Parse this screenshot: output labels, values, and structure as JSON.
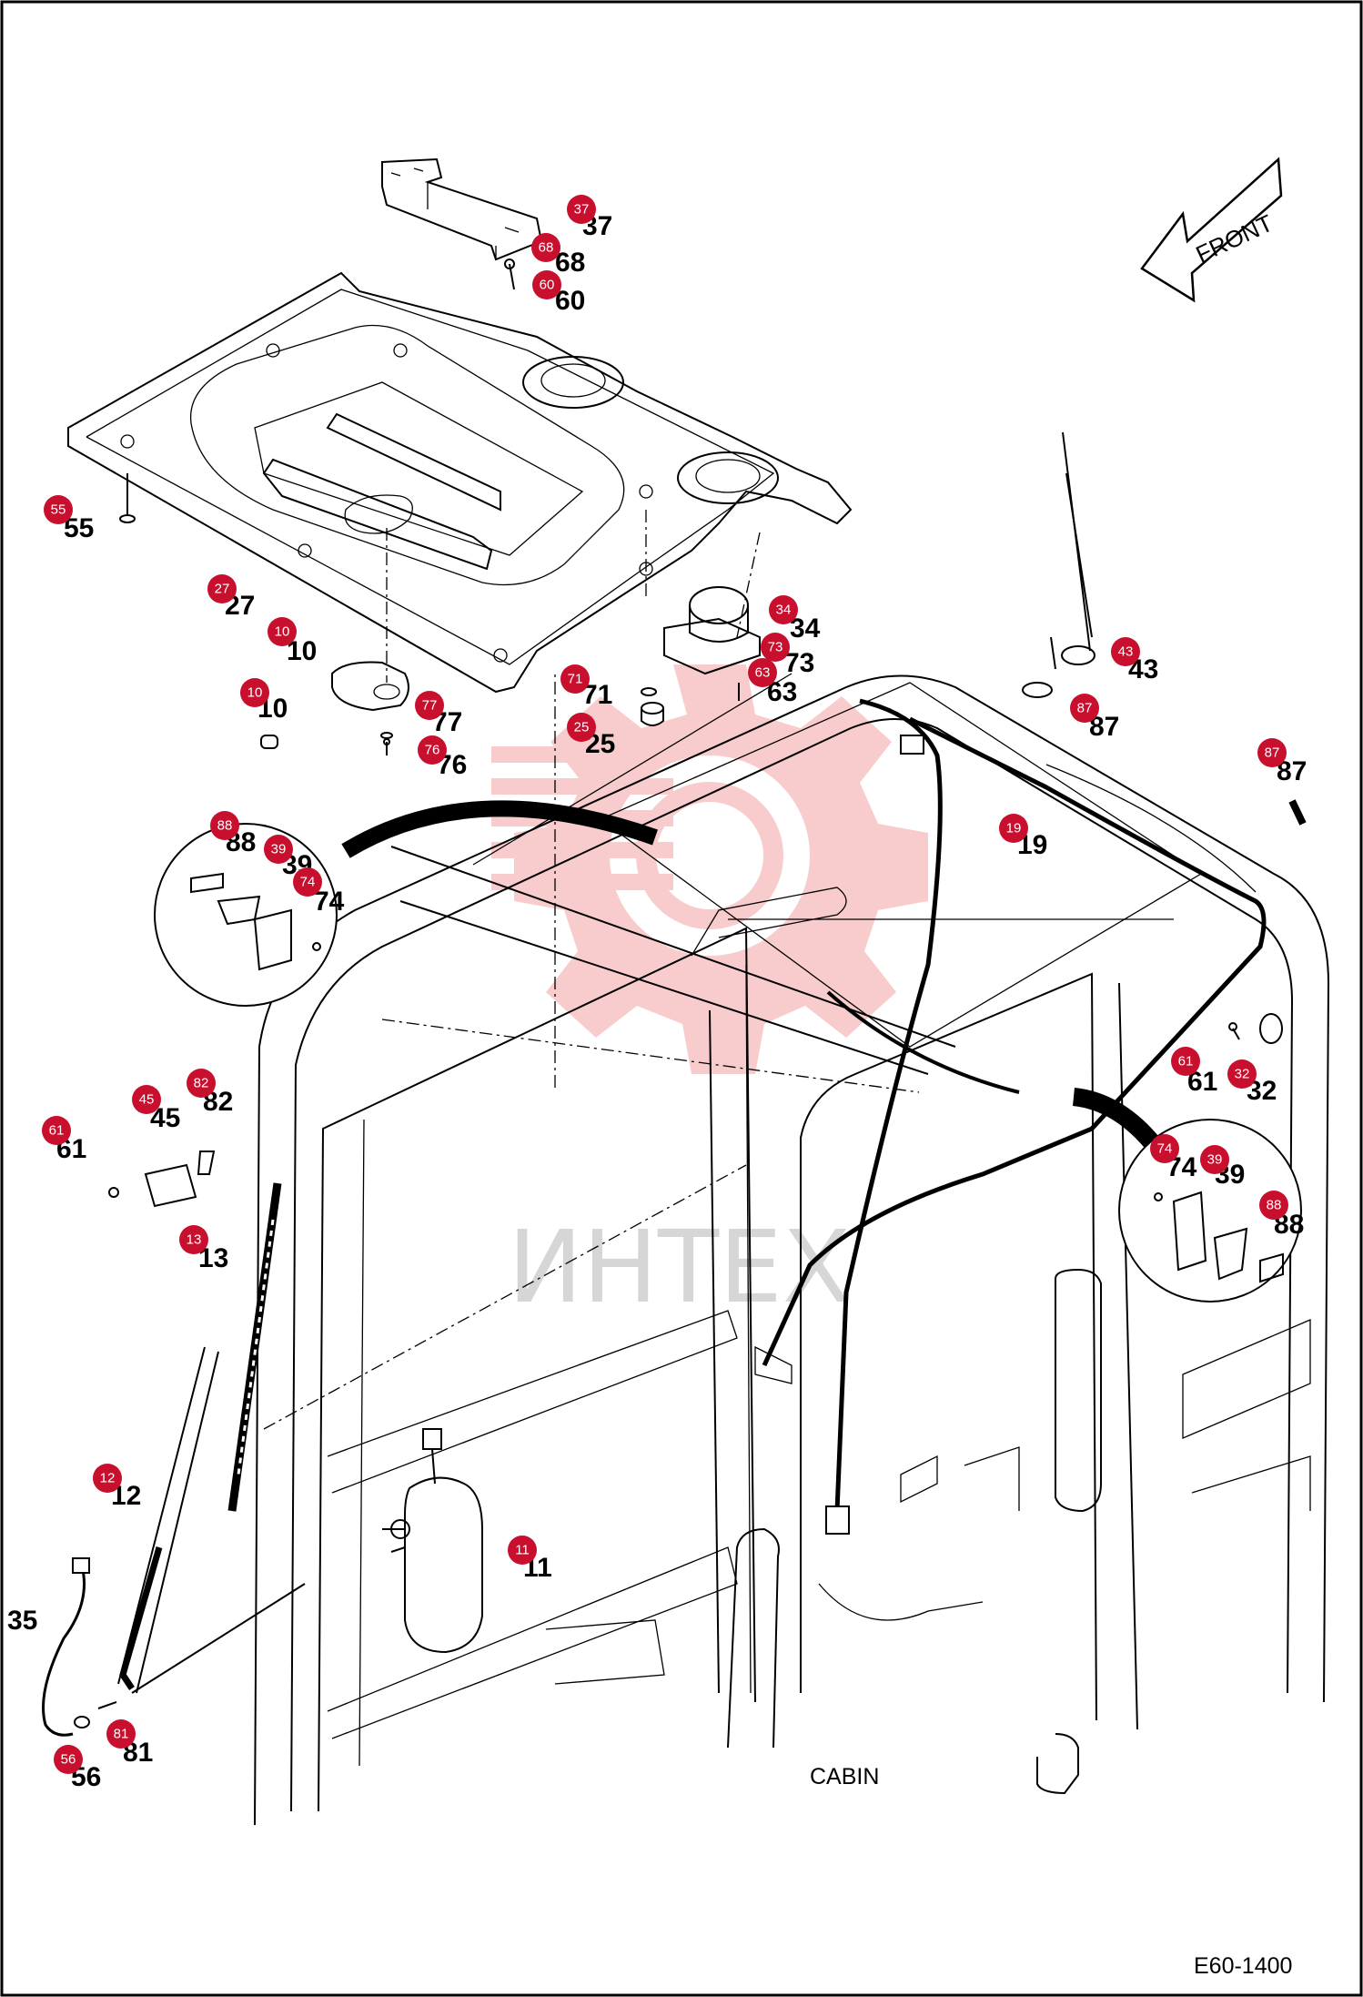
{
  "diagram": {
    "watermark_text": "ИНТЕХ",
    "watermark_color": "#f2b3b3",
    "direction_label": "FRONT",
    "caption": "CABIN",
    "drawing_code": "E60-1400",
    "badge_color": "#c8102e"
  },
  "callouts": [
    {
      "id": "c37",
      "badge": "37",
      "label": "37"
    },
    {
      "id": "c68",
      "badge": "68",
      "label": "68"
    },
    {
      "id": "c60",
      "badge": "60",
      "label": "60"
    },
    {
      "id": "c55",
      "badge": "55",
      "label": "55"
    },
    {
      "id": "c27",
      "badge": "27",
      "label": "27"
    },
    {
      "id": "c10a",
      "badge": "10",
      "label": "10"
    },
    {
      "id": "c10b",
      "badge": "10",
      "label": "10"
    },
    {
      "id": "c77",
      "badge": "77",
      "label": "77"
    },
    {
      "id": "c76",
      "badge": "76",
      "label": "76"
    },
    {
      "id": "c71",
      "badge": "71",
      "label": "71"
    },
    {
      "id": "c25",
      "badge": "25",
      "label": "25"
    },
    {
      "id": "c34",
      "badge": "34",
      "label": "34"
    },
    {
      "id": "c73",
      "badge": "73",
      "label": "73"
    },
    {
      "id": "c63",
      "badge": "63",
      "label": "63"
    },
    {
      "id": "c43",
      "badge": "43",
      "label": "43"
    },
    {
      "id": "c87a",
      "badge": "87",
      "label": "87"
    },
    {
      "id": "c87b",
      "badge": "87",
      "label": "87"
    },
    {
      "id": "c19",
      "badge": "19",
      "label": "19"
    },
    {
      "id": "c88a",
      "badge": "88",
      "label": "88"
    },
    {
      "id": "c39a",
      "badge": "39",
      "label": "39"
    },
    {
      "id": "c74a",
      "badge": "74",
      "label": "74"
    },
    {
      "id": "c61a",
      "badge": "61",
      "label": "61"
    },
    {
      "id": "c32",
      "badge": "32",
      "label": "32"
    },
    {
      "id": "c74b",
      "badge": "74",
      "label": "74"
    },
    {
      "id": "c39b",
      "badge": "39",
      "label": "39"
    },
    {
      "id": "c88b",
      "badge": "88",
      "label": "88"
    },
    {
      "id": "c45",
      "badge": "45",
      "label": "45"
    },
    {
      "id": "c82",
      "badge": "82",
      "label": "82"
    },
    {
      "id": "c61b",
      "badge": "61",
      "label": "61"
    },
    {
      "id": "c13",
      "badge": "13",
      "label": "13"
    },
    {
      "id": "c12",
      "badge": "12",
      "label": "12"
    },
    {
      "id": "c11",
      "badge": "11",
      "label": "11"
    },
    {
      "id": "c35",
      "badge": "",
      "label": "35"
    },
    {
      "id": "c81",
      "badge": "81",
      "label": "81"
    },
    {
      "id": "c56",
      "badge": "56",
      "label": "56"
    }
  ]
}
